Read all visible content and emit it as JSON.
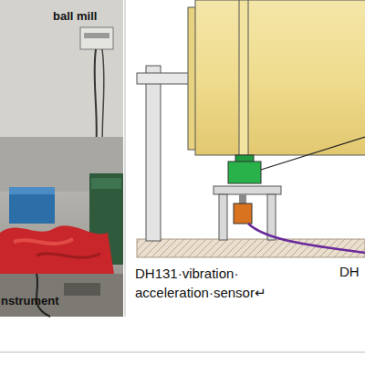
{
  "diagram": {
    "labels": [
      "ball mill",
      "nstrument",
      "DH131·vibration· acceleration·sensor↵",
      "DH"
    ]
  }
}
